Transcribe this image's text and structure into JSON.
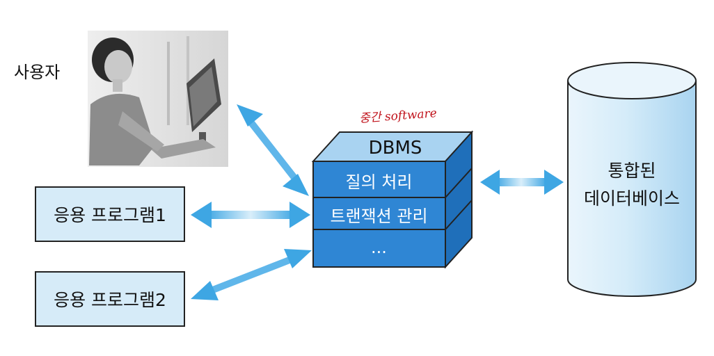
{
  "user": {
    "label": "사용자"
  },
  "apps": [
    {
      "label": "응용 프로그램1"
    },
    {
      "label": "응용 프로그램2"
    }
  ],
  "dbms": {
    "annotation": "중간 software",
    "title": "DBMS",
    "layers": [
      {
        "label": "질의 처리"
      },
      {
        "label": "트랜잭션 관리"
      },
      {
        "label": "..."
      }
    ]
  },
  "database": {
    "line1": "통합된",
    "line2": "데이터베이스"
  },
  "colors": {
    "dbms_front": "#2f86d4",
    "dbms_top": "#a9d3f1",
    "dbms_side": "#1f6fba",
    "arrow": "#5fb6ea",
    "app_fill": "#d6ebf8",
    "db_fill": "#cde7f7",
    "annotation": "#c0121b"
  }
}
